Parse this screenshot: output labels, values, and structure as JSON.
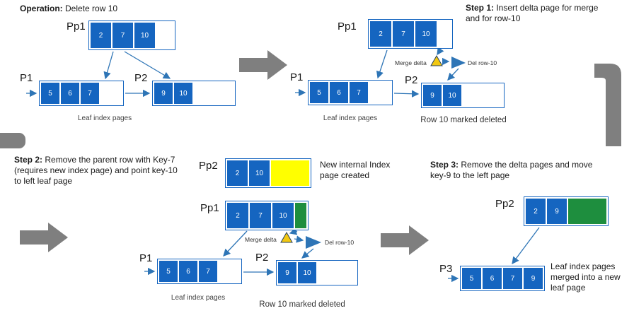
{
  "colors": {
    "cell_blue": "#1565C0",
    "cell_green": "#1E8E3E",
    "cell_yellow": "#FFFF00",
    "arrow_blue": "#2E75B6",
    "delta_triangle_yellow": "#F2C811",
    "gray_arrow": "#7F7F7F"
  },
  "operation": {
    "label_bold": "Operation:",
    "label_rest": " Delete row 10"
  },
  "step1": {
    "label_bold": "Step 1:",
    "label_rest": " Insert delta page for merge and for row-10"
  },
  "step2": {
    "label_bold": "Step 2:",
    "label_rest": " Remove the parent row with Key-7 (requires new index page) and point key-10 to left leaf page"
  },
  "step3": {
    "label_bold": "Step 3:",
    "label_rest": " Remove the delta pages and move key-9 to the left page"
  },
  "labels": {
    "leaf_index_pages": "Leaf index pages",
    "row10_marked_deleted": "Row 10 marked deleted",
    "merge_delta": "Merge delta",
    "del_row10": "Del row-10",
    "new_internal_index": "New internal Index page created",
    "merged_leaf_note": "Leaf index pages merged into a new leaf page"
  },
  "panel_operation": {
    "pp1": {
      "name": "Pp1",
      "cells": [
        "2",
        "7",
        "10"
      ]
    },
    "p1": {
      "name": "P1",
      "cells": [
        "5",
        "6",
        "7"
      ]
    },
    "p2": {
      "name": "P2",
      "cells": [
        "9",
        "10"
      ]
    }
  },
  "panel_step1": {
    "pp1": {
      "name": "Pp1",
      "cells": [
        "2",
        "7",
        "10"
      ]
    },
    "p1": {
      "name": "P1",
      "cells": [
        "5",
        "6",
        "7"
      ]
    },
    "p2": {
      "name": "P2",
      "cells": [
        "9",
        "10"
      ]
    }
  },
  "panel_step2": {
    "pp2": {
      "name": "Pp2",
      "cells": [
        "2",
        "10"
      ]
    },
    "pp1": {
      "name": "Pp1",
      "cells": [
        "2",
        "7",
        "10"
      ]
    },
    "p1": {
      "name": "P1",
      "cells": [
        "5",
        "6",
        "7"
      ]
    },
    "p2": {
      "name": "P2",
      "cells": [
        "9",
        "10"
      ]
    }
  },
  "panel_step3": {
    "pp2": {
      "name": "Pp2",
      "cells": [
        "2",
        "9"
      ]
    },
    "p3": {
      "name": "P3",
      "cells": [
        "5",
        "6",
        "7",
        "9"
      ]
    }
  }
}
